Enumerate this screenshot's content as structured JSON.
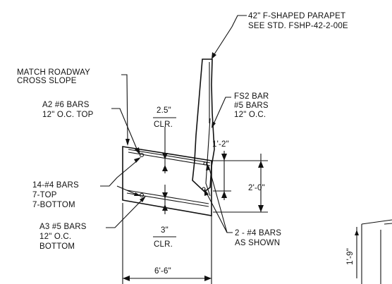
{
  "callouts": {
    "parapet_line1": "42\" F-SHAPED PARAPET",
    "parapet_line2": "SEE STD. FSHP-42-2-00E",
    "match_line1": "MATCH ROADWAY",
    "match_line2": "CROSS SLOPE",
    "a2_line1": "A2 #6 BARS",
    "a2_line2": "12\" O.C. TOP",
    "fs2_line1": "FS2 BAR",
    "fs2_line2": "#5 BARS",
    "fs2_line3": "12\" O.C.",
    "bars14_line1": "14-#4 BARS",
    "bars14_line2": "7-TOP",
    "bars14_line3": "7-BOTTOM",
    "a3_line1": "A3 #5 BARS",
    "a3_line2": "12\" O.C.",
    "a3_line3": "BOTTOM",
    "bars2_line1": "2 - #4 BARS",
    "bars2_line2": "AS SHOWN"
  },
  "dimensions": {
    "top_clear": "2.5\"",
    "top_clear_label": "CLR.",
    "bottom_clear": "3\"",
    "bottom_clear_label": "CLR.",
    "width": "6'-6\"",
    "small_height": "1'-2\"",
    "height": "2'-0\"",
    "side_view": "1'-9\""
  },
  "colors": {
    "ink": "#111111",
    "paper": "#ffffff"
  }
}
